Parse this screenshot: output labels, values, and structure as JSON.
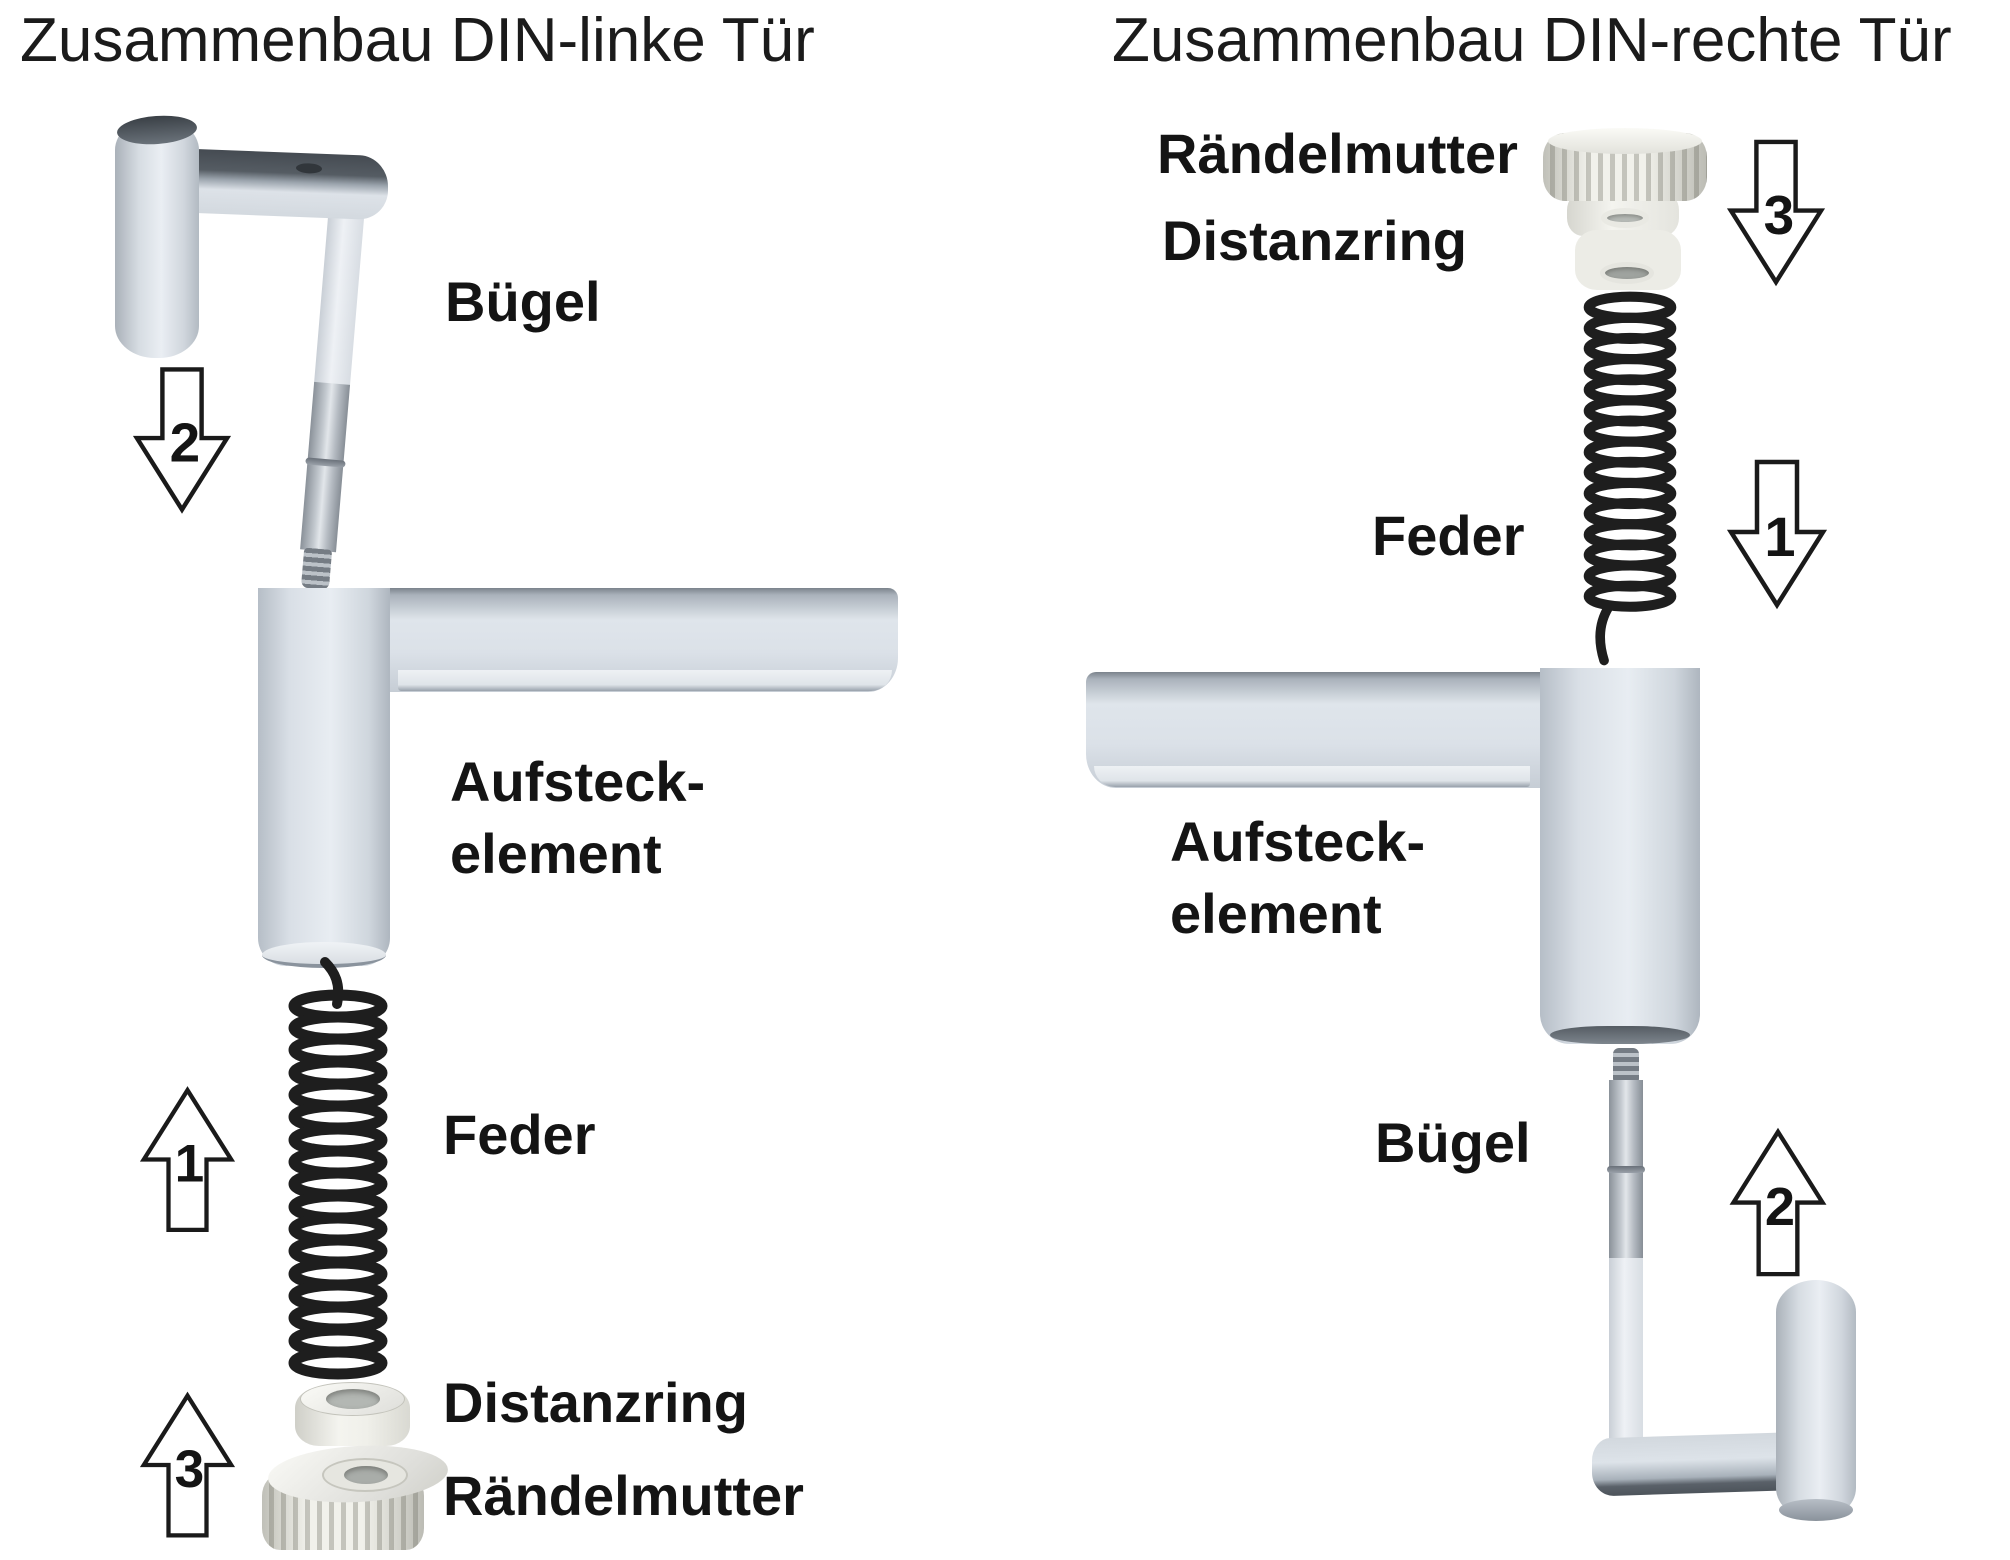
{
  "colors": {
    "background": "#ffffff",
    "text": "#141414",
    "part_light": "#e7ecf1",
    "part_mid": "#d4dae1",
    "part_dark": "#9aa3ac",
    "part_top_face": "#4d545b",
    "metal_light": "#dfe3e7",
    "metal_dark": "#8a9199",
    "plastic_white": "#f3f3ee",
    "plastic_shade": "#c6c6be",
    "spring": "#1e1e1e",
    "arrow_outline": "#1a1a1a",
    "arrow_fill": "#ffffff"
  },
  "left": {
    "title": "Zusammenbau DIN-linke Tür",
    "labels": {
      "buegel": "Bügel",
      "aufsteck1": "Aufsteck-",
      "aufsteck2": "element",
      "feder": "Feder",
      "distanzring": "Distanzring",
      "raendelmutter": "Rändelmutter"
    },
    "steps": {
      "buegel": "2",
      "feder": "1",
      "mutter": "3"
    }
  },
  "right": {
    "title": "Zusammenbau DIN-rechte Tür",
    "labels": {
      "raendelmutter": "Rändelmutter",
      "distanzring": "Distanzring",
      "feder": "Feder",
      "aufsteck1": "Aufsteck-",
      "aufsteck2": "element",
      "buegel": "Bügel"
    },
    "steps": {
      "mutter": "3",
      "feder": "1",
      "buegel": "2"
    }
  }
}
